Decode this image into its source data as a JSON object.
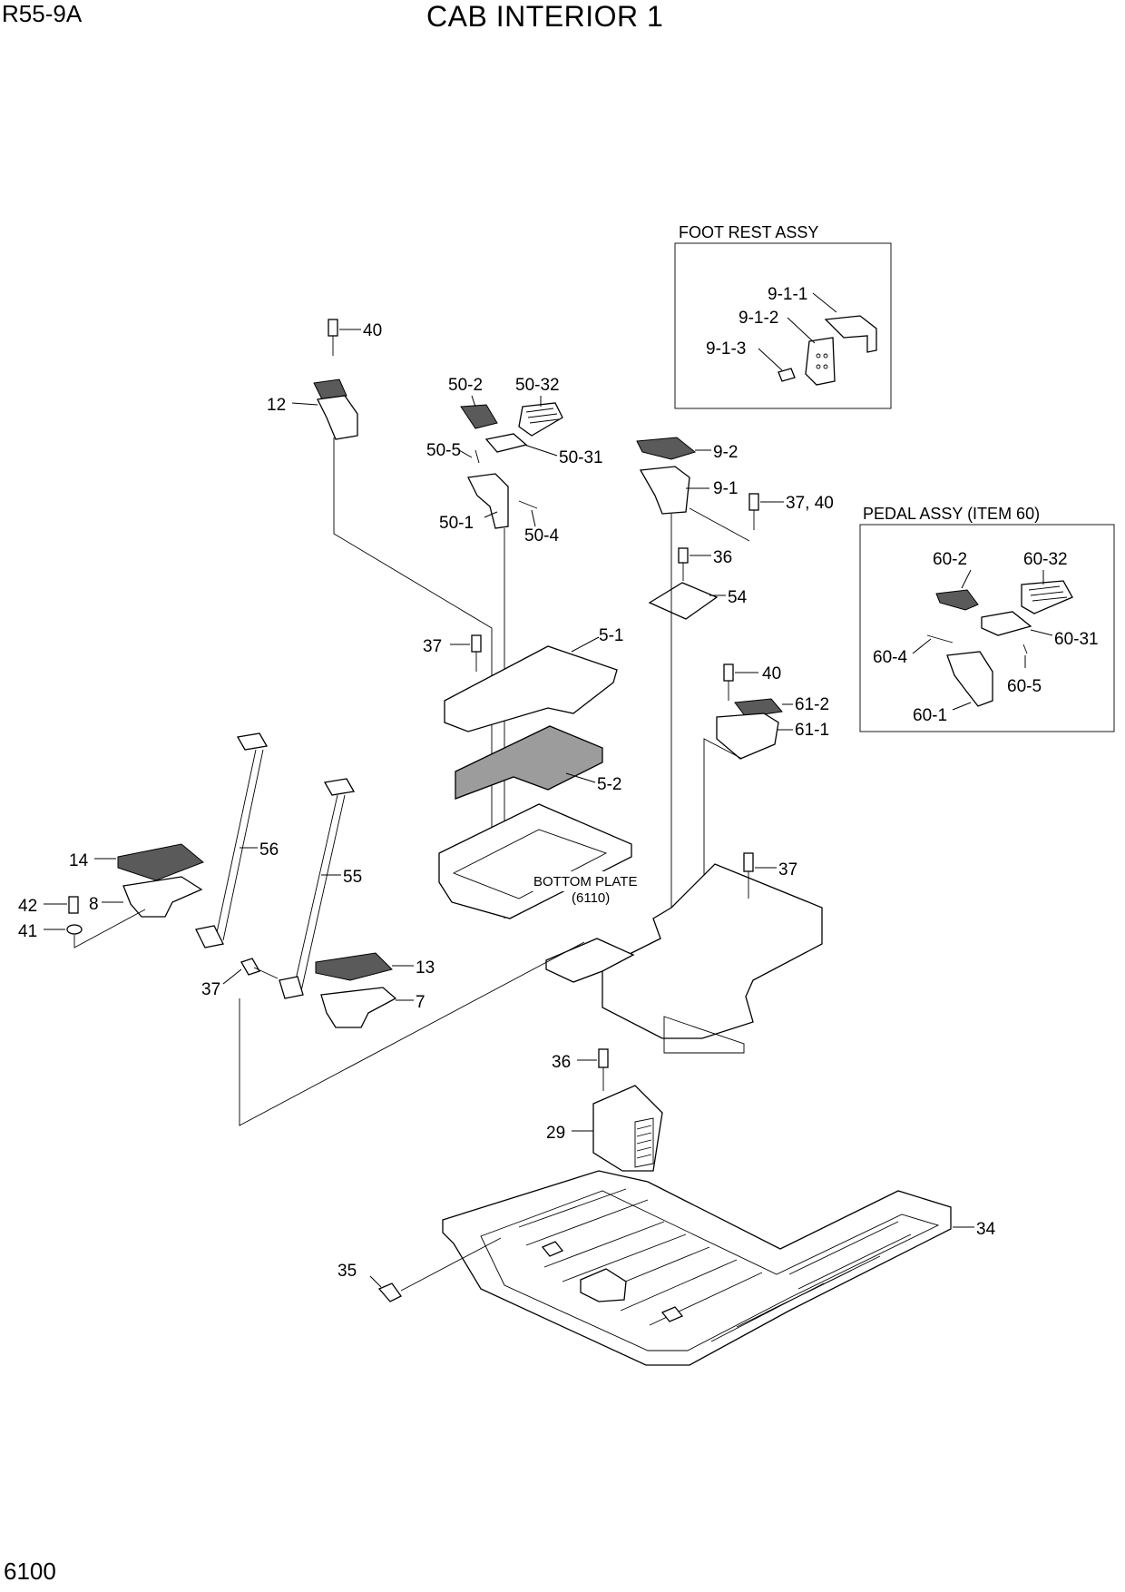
{
  "header": {
    "model": "R55-9A",
    "title": "CAB INTERIOR 1",
    "page_number": "6100"
  },
  "boxes": {
    "foot_rest": {
      "title": "FOOT REST ASSY"
    },
    "pedal": {
      "title": "PEDAL ASSY (ITEM 60)"
    }
  },
  "reference": {
    "bottom_plate": "BOTTOM PLATE",
    "bottom_plate_ref": "(6110)"
  },
  "callouts": {
    "c40_top": "40",
    "c12": "12",
    "c50_2": "50-2",
    "c50_32": "50-32",
    "c50_5": "50-5",
    "c50_31": "50-31",
    "c50_1": "50-1",
    "c50_4": "50-4",
    "c9_2": "9-2",
    "c9_1": "9-1",
    "c37_40": "37, 40",
    "c36_mid": "36",
    "c54": "54",
    "c37_mid": "37",
    "c5_1": "5-1",
    "c5_2": "5-2",
    "c40_mid": "40",
    "c61_2": "61-2",
    "c61_1": "61-1",
    "c9_1_1": "9-1-1",
    "c9_1_2": "9-1-2",
    "c9_1_3": "9-1-3",
    "c60_2": "60-2",
    "c60_32": "60-32",
    "c60_4": "60-4",
    "c60_31": "60-31",
    "c60_5": "60-5",
    "c60_1": "60-1",
    "c14": "14",
    "c56": "56",
    "c55": "55",
    "c42": "42",
    "c8": "8",
    "c41": "41",
    "c37_left": "37",
    "c13": "13",
    "c7": "7",
    "c37_right": "37",
    "c36_low": "36",
    "c29": "29",
    "c34": "34",
    "c35": "35"
  }
}
